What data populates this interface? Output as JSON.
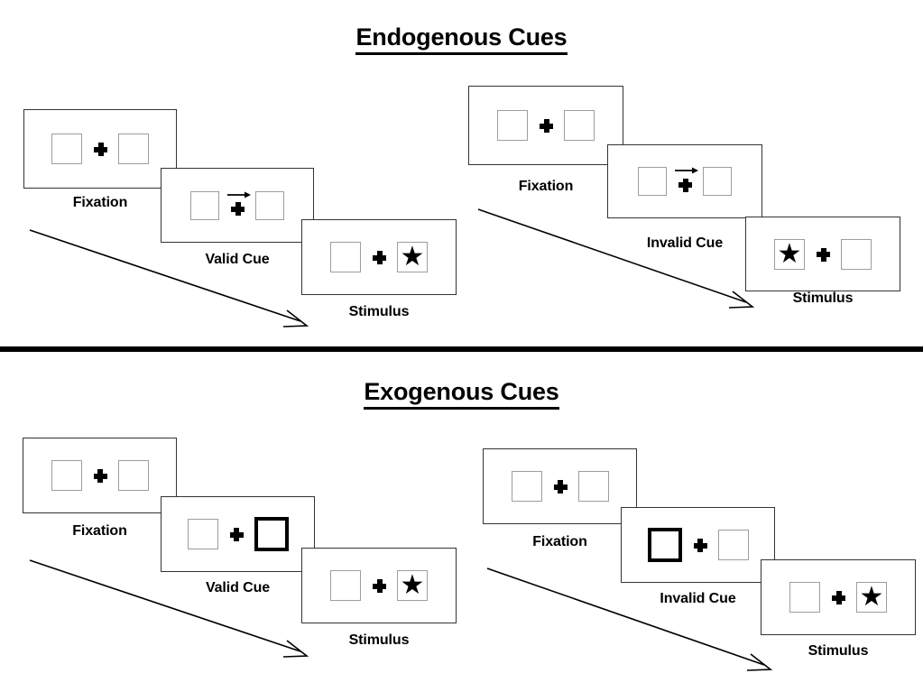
{
  "figure": {
    "sections": [
      {
        "id": "endogenous",
        "title": "Endogenous Cues",
        "conditions": [
          {
            "id": "endo-valid",
            "cue_type": "central-arrow",
            "cue_direction": "right",
            "stimulus_side": "right",
            "stages": [
              {
                "id": "endo-valid-fixation",
                "caption": "Fixation"
              },
              {
                "id": "endo-valid-cue",
                "caption": "Valid Cue"
              },
              {
                "id": "endo-valid-stimulus",
                "caption": "Stimulus"
              }
            ]
          },
          {
            "id": "endo-invalid",
            "cue_type": "central-arrow",
            "cue_direction": "right",
            "stimulus_side": "left",
            "stages": [
              {
                "id": "endo-invalid-fixation",
                "caption": "Fixation"
              },
              {
                "id": "endo-invalid-cue",
                "caption": "Invalid Cue"
              },
              {
                "id": "endo-invalid-stimulus",
                "caption": "Stimulus"
              }
            ]
          }
        ]
      },
      {
        "id": "exogenous",
        "title": "Exogenous Cues",
        "conditions": [
          {
            "id": "exo-valid",
            "cue_type": "peripheral-box-flash",
            "cue_direction": "right",
            "stimulus_side": "right",
            "stages": [
              {
                "id": "exo-valid-fixation",
                "caption": "Fixation"
              },
              {
                "id": "exo-valid-cue",
                "caption": "Valid Cue"
              },
              {
                "id": "exo-valid-stimulus",
                "caption": "Stimulus"
              }
            ]
          },
          {
            "id": "exo-invalid",
            "cue_type": "peripheral-box-flash",
            "cue_direction": "left",
            "stimulus_side": "right",
            "stages": [
              {
                "id": "exo-invalid-fixation",
                "caption": "Fixation"
              },
              {
                "id": "exo-invalid-cue",
                "caption": "Invalid Cue"
              },
              {
                "id": "exo-invalid-stimulus",
                "caption": "Stimulus"
              }
            ]
          }
        ]
      }
    ],
    "glyphs": {
      "fixation_cross": "plus-sign",
      "target": "black-star",
      "cue_arrow": "short-right-arrow",
      "flow": "diagonal-time-arrow"
    },
    "colors": {
      "ink": "#000000",
      "panel_border": "#333333",
      "box_border": "#9d9d9d",
      "cued_box_border": "#000000",
      "background": "#ffffff"
    }
  }
}
